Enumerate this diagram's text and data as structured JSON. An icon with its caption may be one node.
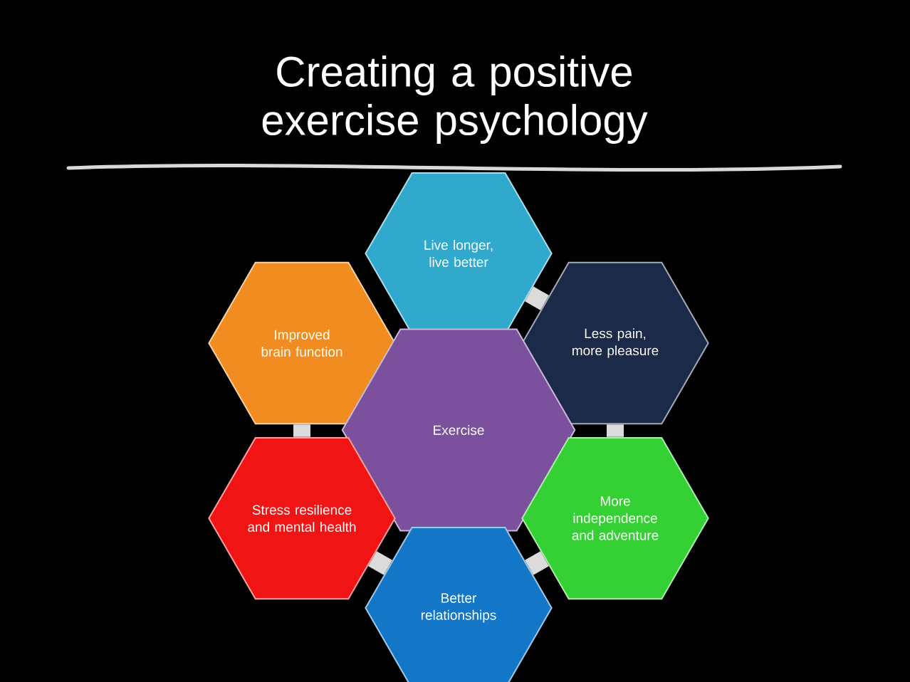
{
  "diagram": {
    "title": "Creating a positive exercise psychology",
    "nodes": [
      {
        "text": [
          "Live longer, live better"
        ]
      },
      {
        "text": [
          "Improved brain function"
        ]
      },
      {
        "text": [
          "Less pain, more pleasure"
        ]
      },
      {
        "text": [
          "Exercise"
        ]
      },
      {
        "text": [
          "Stress resilience and mental health"
        ]
      },
      {
        "text": [
          "More independence and adventure"
        ]
      },
      {
        "text": [
          "Better relationships"
        ]
      }
    ],
    "edges": [
      {
        "from": 0,
        "to": 2,
        "arrow": "none"
      },
      {
        "from": 2,
        "to": 5,
        "arrow": "none"
      },
      {
        "from": 5,
        "to": 6,
        "arrow": "none"
      },
      {
        "from": 6,
        "to": 4,
        "arrow": "none"
      },
      {
        "from": 4,
        "to": 1,
        "arrow": "none"
      }
    ]
  }
}
